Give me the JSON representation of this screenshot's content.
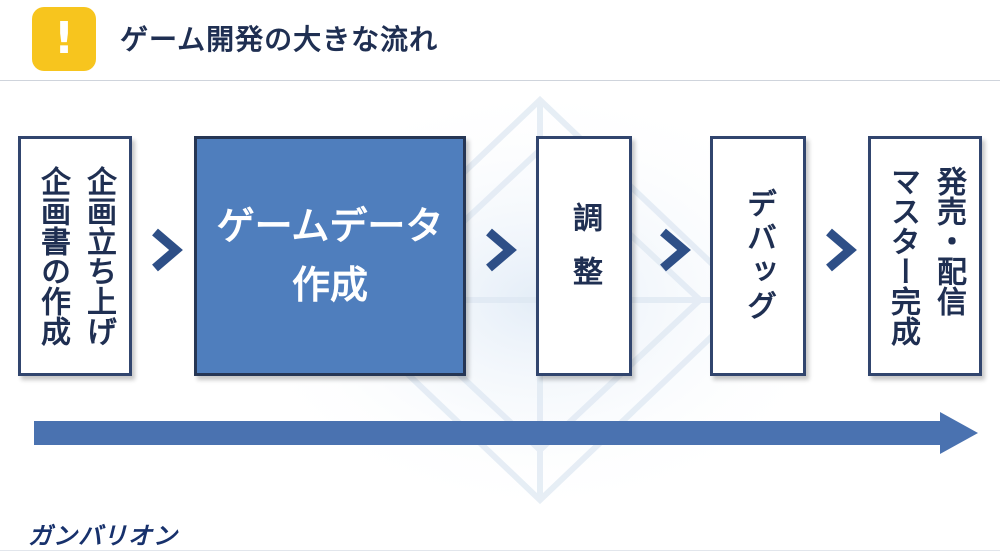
{
  "header": {
    "icon": "exclamation-icon",
    "icon_glyph": "!",
    "title": "ゲーム開発の大きな流れ"
  },
  "colors": {
    "accent_yellow": "#f7c51e",
    "navy": "#1f2f52",
    "primary_fill": "#4f7ebd",
    "arrow": "#2e4f87"
  },
  "steps": [
    {
      "lines": [
        "企画立ち上げ",
        "企画書の作成"
      ],
      "highlighted": false
    },
    {
      "lines": [
        "ゲームデータ",
        "作成"
      ],
      "highlighted": true
    },
    {
      "lines": [
        "調整"
      ],
      "highlighted": false
    },
    {
      "lines": [
        "デバッグ"
      ],
      "highlighted": false
    },
    {
      "lines": [
        "発売・配信",
        "マスター完成"
      ],
      "highlighted": false
    }
  ],
  "brand": {
    "logo_text": "ガンバリオン"
  }
}
